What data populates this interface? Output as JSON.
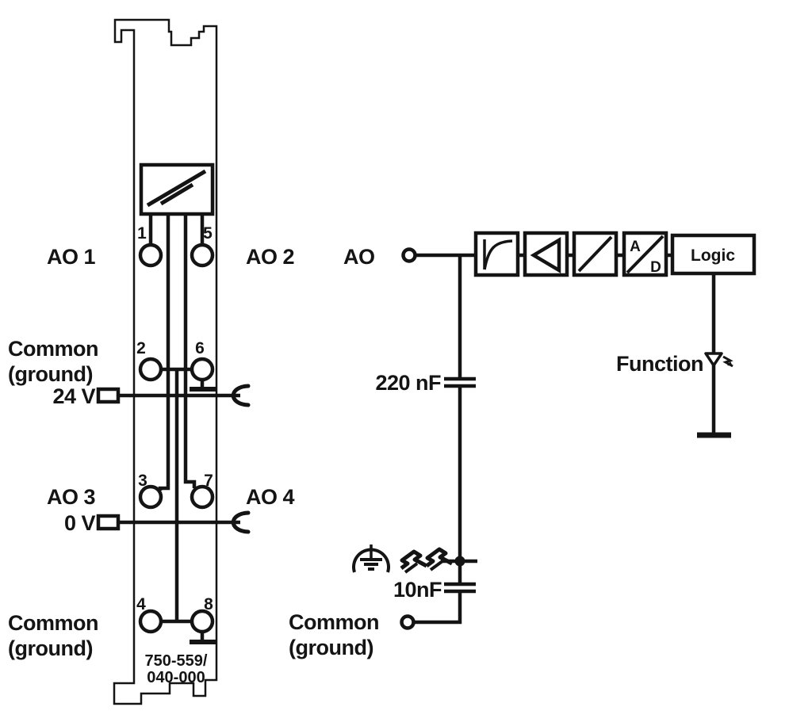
{
  "diagram": {
    "module": {
      "part_number_line1": "750-559/",
      "part_number_line2": "040-000",
      "pin_numbers": [
        "1",
        "2",
        "3",
        "4",
        "5",
        "6",
        "7",
        "8"
      ],
      "labels": {
        "ao1": "AO 1",
        "ao2": "AO 2",
        "ao3": "AO 3",
        "ao4": "AO 4",
        "common_top_line1": "Common",
        "common_top_line2": "(ground)",
        "common_bottom_line1": "Common",
        "common_bottom_line2": "(ground)",
        "v24": "24 V",
        "v0": "0 V"
      }
    },
    "schematic": {
      "ao_terminal": "AO",
      "cap_220": "220 nF",
      "cap_10": "10nF",
      "common_line1": "Common",
      "common_line2": "(ground)",
      "function_led": "Function",
      "logic": "Logic",
      "ad_a": "A",
      "ad_d": "D"
    },
    "colors": {
      "ink": "#141414",
      "background": "#ffffff"
    }
  }
}
